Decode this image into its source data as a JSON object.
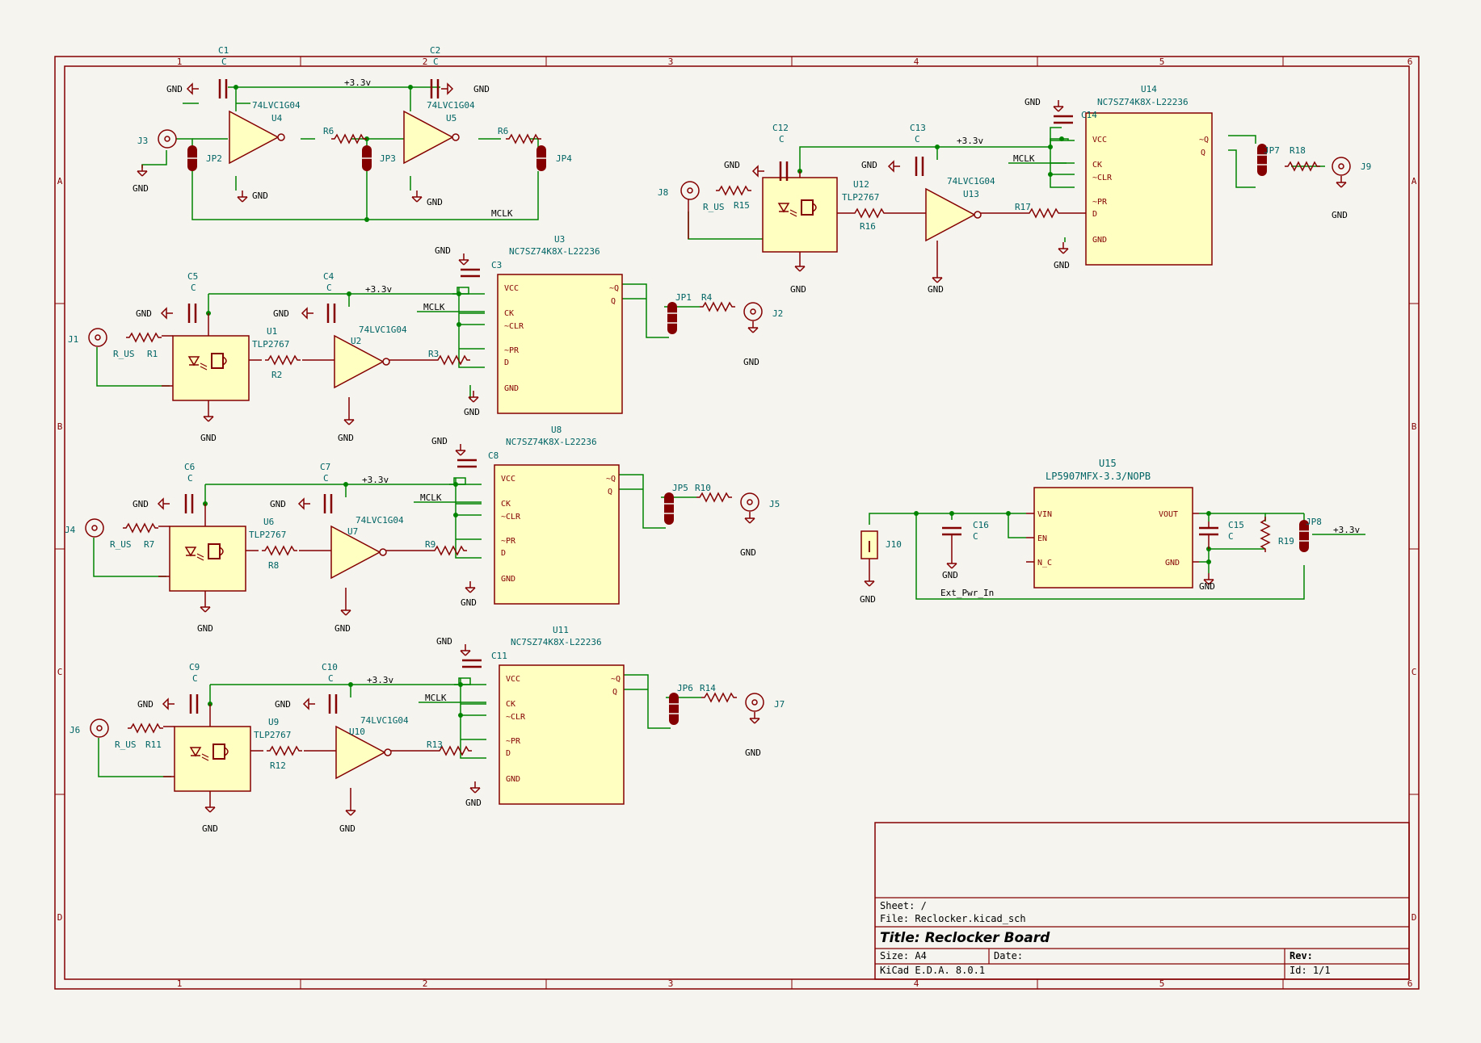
{
  "sheet": {
    "col_labels": [
      "1",
      "2",
      "3",
      "4",
      "5",
      "6"
    ],
    "row_labels": [
      "A",
      "B",
      "C",
      "D"
    ]
  },
  "title_block": {
    "sheet": "Sheet: /",
    "file": "File: Reclocker.kicad_sch",
    "title": "Title: Reclocker Board",
    "size": "Size: A4",
    "date": "Date:",
    "rev": "Rev:",
    "tool": "KiCad E.D.A. 8.0.1",
    "id": "Id: 1/1"
  },
  "net_labels": {
    "v33": "+3.3v",
    "gnd": "GND",
    "mclk": "MCLK",
    "ext_pwr": "Ext_Pwr_In"
  },
  "parts": {
    "C1": "C1",
    "C2": "C2",
    "C4": "C4",
    "C5": "C5",
    "C6": "C6",
    "C7": "C7",
    "C9": "C9",
    "C10": "C10",
    "C12": "C12",
    "C13": "C13",
    "C15": "C15",
    "C16": "C16",
    "C3": "C3",
    "C8": "C8",
    "C11": "C11",
    "C14": "C14",
    "cval": "C",
    "U1": "U1",
    "U2": "U2",
    "U3": "U3",
    "U4": "U4",
    "U5": "U5",
    "U6": "U6",
    "U7": "U7",
    "U8": "U8",
    "U9": "U9",
    "U10": "U10",
    "U11": "U11",
    "U12": "U12",
    "U13": "U13",
    "U14": "U14",
    "U15": "U15",
    "inv": "74LVC1G04",
    "opto": "TLP2767",
    "ff": "NC7SZ74K8X-L22236",
    "ldo": "LP5907MFX-3.3/NOPB",
    "R1": "R1",
    "R2": "R2",
    "R3": "R3",
    "R4": "R4",
    "R6": "R6",
    "R7": "R7",
    "R8": "R8",
    "R9": "R9",
    "R10": "R10",
    "R11": "R11",
    "R12": "R12",
    "R13": "R13",
    "R14": "R14",
    "R15": "R15",
    "R16": "R16",
    "R17": "R17",
    "R18": "R18",
    "R19": "R19",
    "RUS": "R_US",
    "J1": "J1",
    "J2": "J2",
    "J3": "J3",
    "J4": "J4",
    "J5": "J5",
    "J6": "J6",
    "J7": "J7",
    "J8": "J8",
    "J9": "J9",
    "J10": "J10",
    "JP1": "JP1",
    "JP2": "JP2",
    "JP3": "JP3",
    "JP4": "JP4",
    "JP5": "JP5",
    "JP6": "JP6",
    "JP7": "JP7",
    "JP8": "JP8"
  },
  "pins": {
    "vcc": "VCC",
    "ck": "CK",
    "clr": "~CLR",
    "pr": "~PR",
    "d": "D",
    "q": "Q",
    "qb": "~Q",
    "gnd": "GND",
    "vin": "VIN",
    "en": "EN",
    "nc": "N_C",
    "vout": "VOUT"
  },
  "colors": {
    "background": "#f5f4ef",
    "border": "#840000",
    "wire": "#008400",
    "body_fill": "#ffffc2",
    "body_stroke": "#840000",
    "text_ref": "#006464",
    "text_net": "#000000",
    "text_dark": "#840000"
  }
}
